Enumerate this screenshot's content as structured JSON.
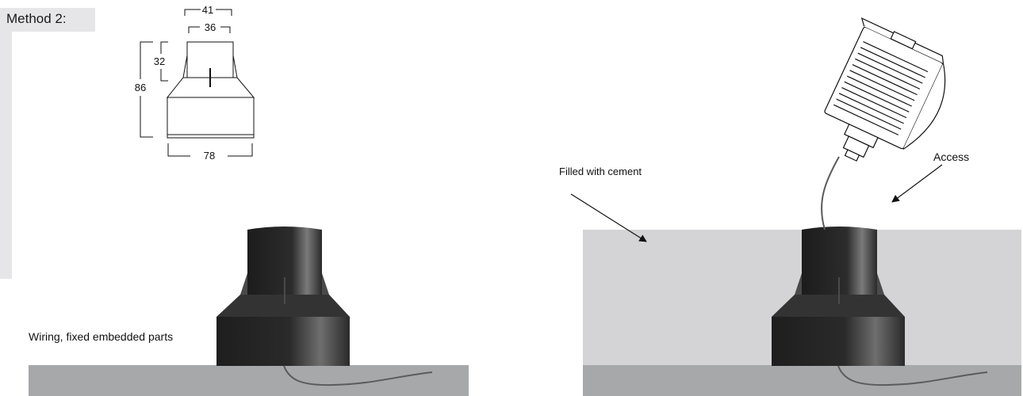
{
  "method_label": "Method 2:",
  "dimensions": {
    "top_outer": "41",
    "top_inner": "36",
    "cap_height": "32",
    "total_height": "86",
    "base_width": "78"
  },
  "labels": {
    "wiring": "Wiring, fixed embedded parts",
    "cement": "Filled with cement",
    "access": "Access"
  },
  "colors": {
    "panel": "#e6e6e8",
    "ground": "#a7a8aa",
    "cement": "#d4d4d6",
    "housing_dark": "#262626"
  }
}
